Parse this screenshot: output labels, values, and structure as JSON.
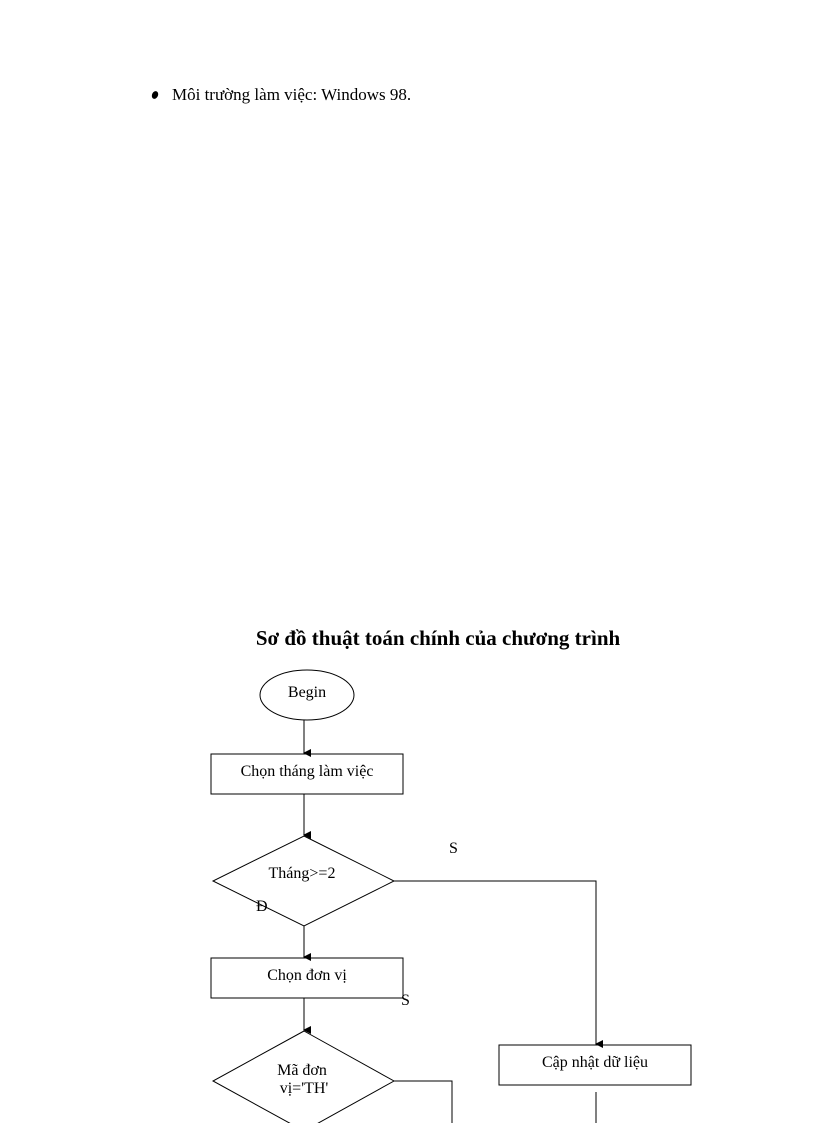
{
  "bullet": {
    "text": "Môi trường làm việc: Windows 98."
  },
  "flowchart": {
    "title": "Sơ đồ thuật toán chính của chương trình",
    "begin": "Begin",
    "choose_month": "Chọn tháng làm việc",
    "month_condition": "Tháng>=2",
    "choose_unit": "Chọn đơn vị",
    "unit_condition_line1": "Mã đơn",
    "unit_condition_line2": "vị='TH'",
    "update_data": "Cập nhật dữ liệu",
    "label_s_1": "S",
    "label_s_2": "S",
    "label_d_partial": "Đ"
  }
}
